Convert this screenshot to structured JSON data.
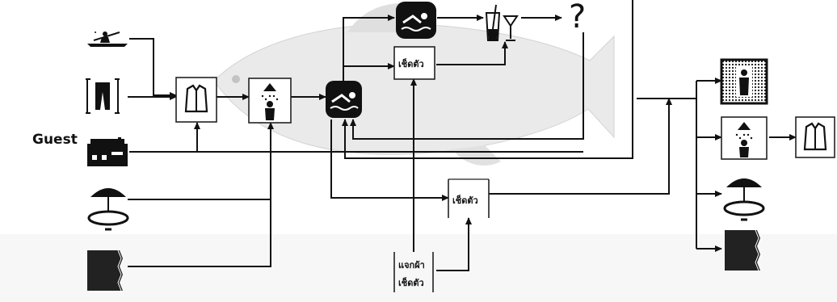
{
  "left_label": "Guest",
  "result_label": "?",
  "labels": {
    "dry_box_top": "เช็ดตัว",
    "dry_box_mid": "เช็ดตัว",
    "towel_give": "แจกผ้า",
    "towel_dry": "เช็ดตัว"
  },
  "icons": {
    "rowing": "rowing-icon",
    "swimwear": "swim-trunks-icon",
    "shop": "building-icon",
    "umbrella": "beach-umbrella-icon",
    "wall": "rock-wall-icon",
    "jacket": "jacket-icon",
    "shower": "shower-icon",
    "swimmer": "swimmer-icon",
    "drink": "drink-icon",
    "changing": "changing-room-icon"
  }
}
